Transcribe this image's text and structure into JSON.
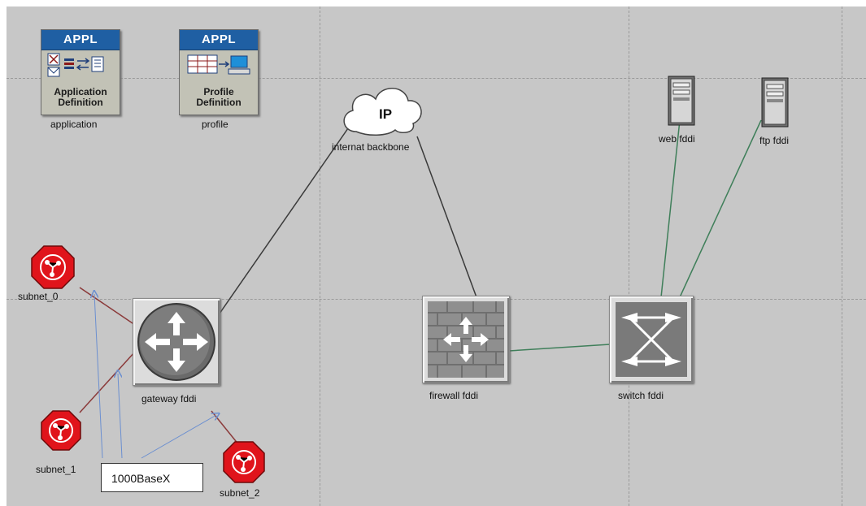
{
  "palette": {
    "canvas": "#c7c7c7",
    "link_black": "#3a3a3a",
    "link_green": "#3f7f5a",
    "link_red": "#8b3a3a",
    "link_blue": "#6b8fd0",
    "subnet_red": "#e0141b",
    "appl_header": "#1f5fa3"
  },
  "nodes": {
    "application": {
      "header": "APPL",
      "title_line1": "Application",
      "title_line2": "Definition",
      "label": "application"
    },
    "profile": {
      "header": "APPL",
      "title_line1": "Profile",
      "title_line2": "Definition",
      "label": "profile"
    },
    "internet": {
      "icon_text": "IP",
      "label": "internat backbone"
    },
    "web_server": {
      "label": "web fddi"
    },
    "ftp_server": {
      "label": "ftp fddi"
    },
    "gateway": {
      "label": "gateway fddi"
    },
    "firewall": {
      "label": "firewall fddi"
    },
    "switch": {
      "label": "switch fddi"
    },
    "subnet_0": {
      "label": "subnet_0"
    },
    "subnet_1": {
      "label": "subnet_1"
    },
    "subnet_2": {
      "label": "subnet_2"
    }
  },
  "icons": {
    "application": "application-definition-icon",
    "profile": "profile-definition-icon",
    "internet": "ip-cloud-icon",
    "server": "server-icon",
    "router": "router-icon",
    "firewall": "firewall-icon",
    "switch": "switch-icon",
    "subnet": "subnet-icon"
  },
  "callout": {
    "text": "1000BaseX"
  }
}
